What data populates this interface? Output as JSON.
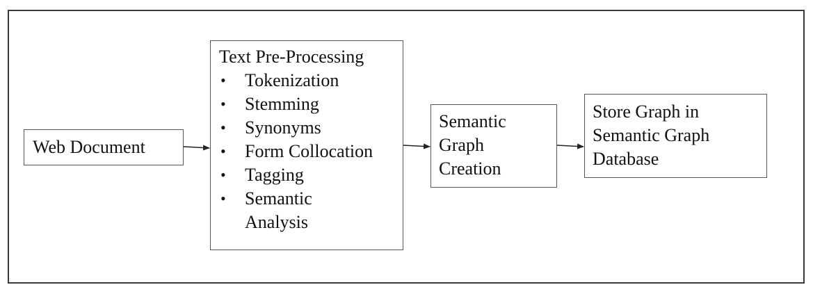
{
  "diagram": {
    "nodes": {
      "web_document": {
        "label": "Web Document"
      },
      "text_preprocessing": {
        "title": "Text Pre-Processing",
        "items": [
          "Tokenization",
          "Stemming",
          "Synonyms",
          "Form Collocation",
          "Tagging",
          "Semantic Analysis"
        ]
      },
      "semantic_graph_creation": {
        "lines": [
          "Semantic",
          "Graph",
          "Creation"
        ]
      },
      "store_graph": {
        "lines": [
          "Store Graph in",
          "Semantic Graph",
          "Database"
        ]
      }
    },
    "edges": [
      {
        "from": "web_document",
        "to": "text_preprocessing"
      },
      {
        "from": "text_preprocessing",
        "to": "semantic_graph_creation"
      },
      {
        "from": "semantic_graph_creation",
        "to": "store_graph"
      }
    ],
    "colors": {
      "border": "#555555",
      "frame": "#3a3a3a",
      "text": "#111111",
      "arrow": "#222222"
    },
    "bullet_symbol": "•"
  }
}
